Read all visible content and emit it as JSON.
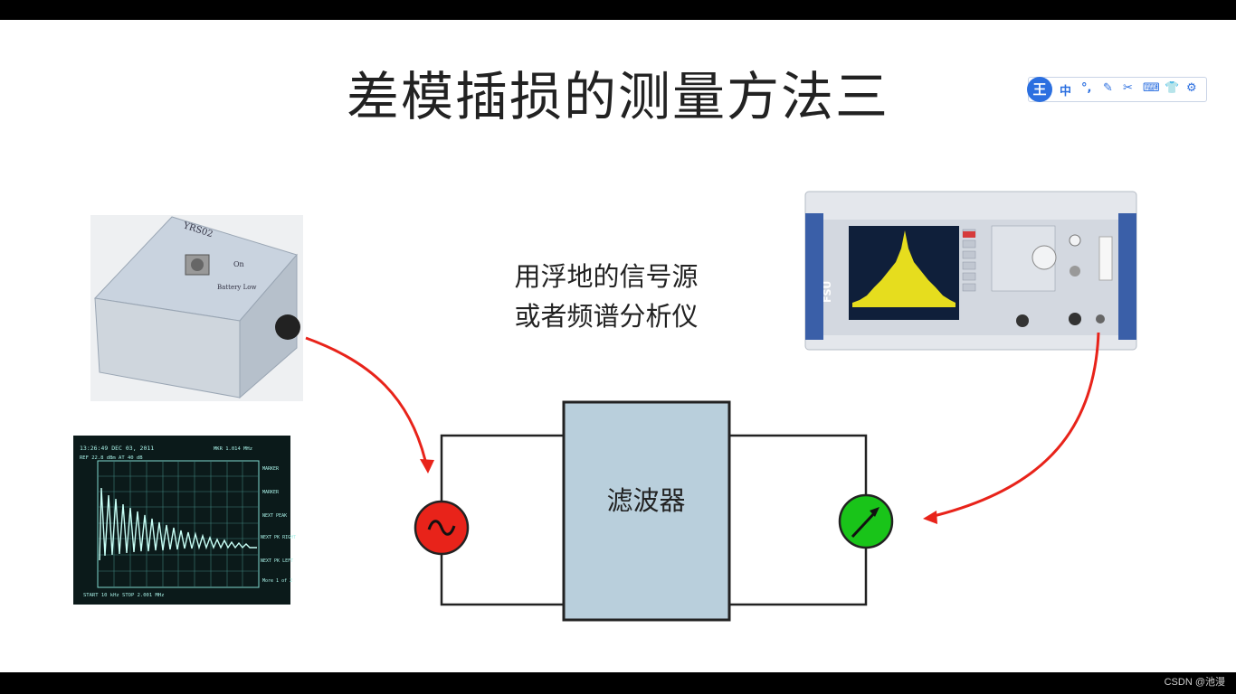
{
  "slide": {
    "title": "差模插损的测量方法三",
    "caption_line1": "用浮地的信号源",
    "caption_line2": "或者频谱分析仪",
    "filter_label": "滤波器"
  },
  "generator_device": {
    "model": "YRS02",
    "indicator1": "On",
    "indicator2": "Battery Low"
  },
  "analyzer_device": {
    "badge": "FSU"
  },
  "scope_screen": {
    "header": "13:26:49 DEC 03, 2011",
    "line2": "MKR 1.014 MHz",
    "line3": "REF 22.8 dBm    AT 40 dB",
    "side_labels": [
      "MARKER",
      "MARKER",
      "NEXT PEAK",
      "NEXT PK RIGHT",
      "NEXT PK LEFT",
      "More 1 of 2"
    ],
    "footer": "START 10 kHz    STOP 2.001 MHz"
  },
  "ime_toolbar": {
    "logo": "王",
    "icons": [
      "中",
      "°,",
      "✎",
      "✂",
      "⌨",
      "👕",
      "⚙"
    ]
  },
  "watermark": "CSDN @池漫",
  "colors": {
    "source": "#e8231a",
    "meter": "#19c419",
    "filter_box": "#b9cfdc",
    "arrow": "#e8231a"
  }
}
